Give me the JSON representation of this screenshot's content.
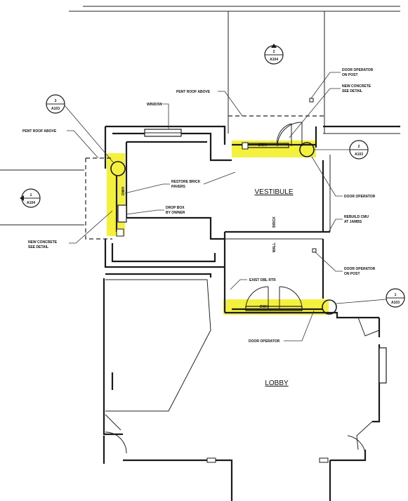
{
  "colors": {
    "highlight": "#f2ef1c",
    "line": "#1a1a1a"
  },
  "rooms": {
    "vestibule": "VESTIBULE",
    "lobby": "LOBBY"
  },
  "callouts": [
    {
      "num": "2",
      "sheet": "A104"
    },
    {
      "num": "1",
      "sheet": "A104"
    },
    {
      "num": "3",
      "sheet": "A103"
    },
    {
      "num": "2",
      "sheet": "A103"
    },
    {
      "num": "1",
      "sheet": "A103"
    }
  ],
  "notes": {
    "door_operator_on_post_top": [
      "DOOR OPERATOR",
      "ON POST"
    ],
    "new_concrete_top": [
      "NEW CONCRETE",
      "SEE DETAIL"
    ],
    "pent_roof_above_top": "PENT ROOF ABOVE",
    "window": "WINDOW",
    "pent_roof_above_left": "PENT ROOF ABOVE",
    "restore_brick": [
      "RESTORE BRICK",
      "PAVERS"
    ],
    "drop_box": [
      "DROP BOX",
      "BY OWNER"
    ],
    "new_concrete_left": [
      "NEW CONCRETE",
      "SEE DETAIL"
    ],
    "door_operator_right": "DOOR OPERATOR",
    "rebuild_cmu": [
      "REBUILD CMU",
      "AT JAMBS"
    ],
    "door_operator_on_post_mid": [
      "DOOR OPERATOR",
      "ON POST"
    ],
    "exist_dbl_rtr": "EXIST DBL RTR",
    "door_operator_bottom": "DOOR OPERATOR"
  },
  "tags": {
    "dwh_top": "DWH",
    "dwh_bottom": "DWH",
    "dwh_left": "DWH",
    "brick": "BRICK",
    "wall": "WALL"
  }
}
